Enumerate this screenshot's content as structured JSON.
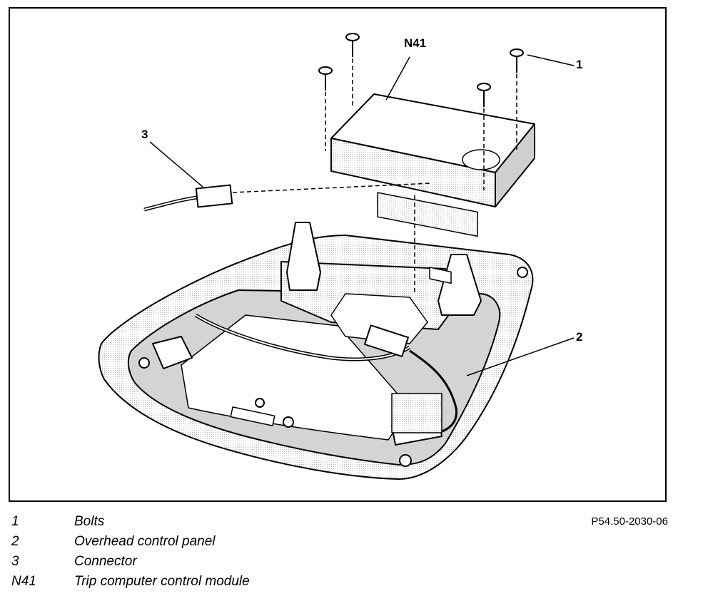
{
  "diagram": {
    "callouts": {
      "n41": "N41",
      "c1": "1",
      "c2": "2",
      "c3": "3"
    },
    "reference": "P54.50-2030-06",
    "legend": [
      {
        "key": "1",
        "description": "Bolts"
      },
      {
        "key": "2",
        "description": "Overhead control panel"
      },
      {
        "key": "3",
        "description": "Connector"
      },
      {
        "key": "N41",
        "description": "Trip computer control module"
      }
    ],
    "colors": {
      "ink": "#000000",
      "shade": "#bfbfbf",
      "background": "#ffffff"
    }
  }
}
